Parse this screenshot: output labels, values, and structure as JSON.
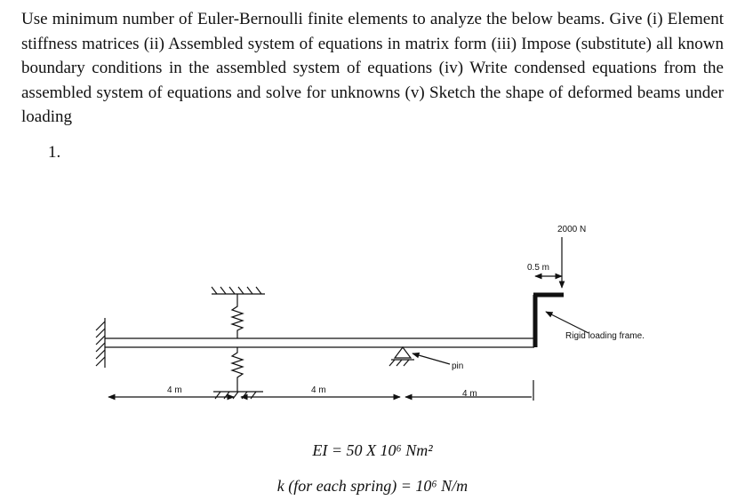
{
  "problem": {
    "text": "Use minimum number of Euler-Bernoulli finite elements to analyze the below beams. Give (i) Element stiffness matrices (ii) Assembled system of equations in matrix form (iii) Impose (substitute) all known boundary conditions in the assembled system of equations (iv) Write condensed equations from the assembled system of equations and solve for unknowns (v) Sketch the shape of deformed beams under loading",
    "number": "1."
  },
  "figure": {
    "load": "2000 N",
    "offset": "0.5 m",
    "frame_label": "Rigid loading frame.",
    "pin_label": "pin",
    "span1": "4 m",
    "span2": "4 m",
    "span3": "4 m"
  },
  "equations": {
    "ei": "EI = 50 X 10⁶ Nm²",
    "k": "k (for each spring) = 10⁶ N/m"
  }
}
